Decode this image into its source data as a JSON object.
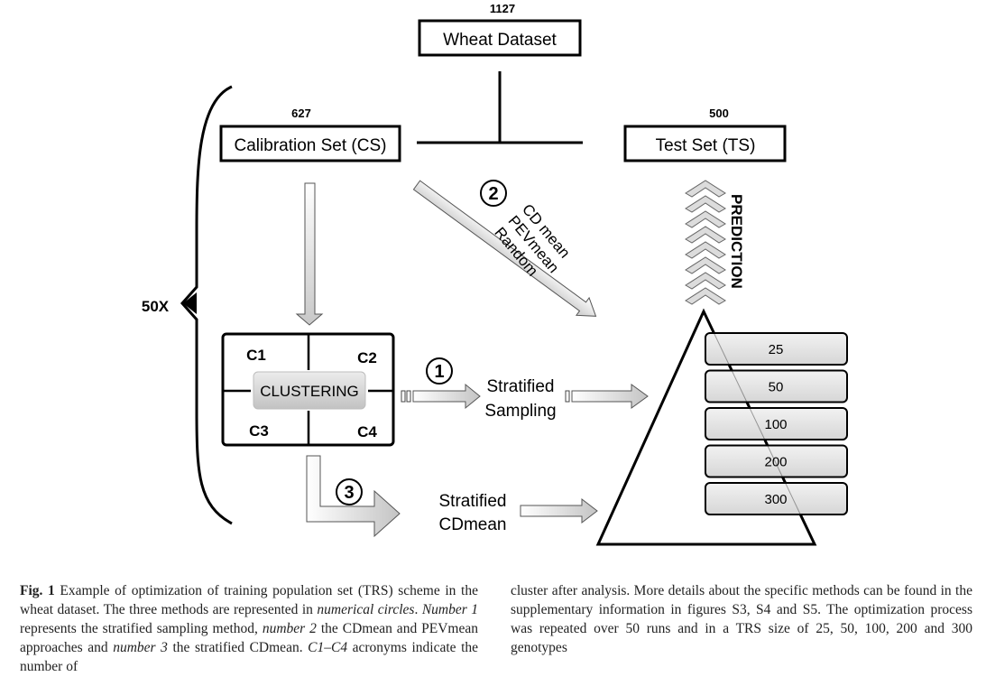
{
  "wheat_dataset": {
    "count": "1127",
    "label": "Wheat Dataset"
  },
  "calibration_set": {
    "count": "627",
    "label": "Calibration Set (CS)"
  },
  "test_set": {
    "count": "500",
    "label": "Test Set (TS)"
  },
  "repeat_label": "50X",
  "method_numbers": [
    "1",
    "2",
    "3"
  ],
  "method2_lines": [
    "CD mean",
    "PEVmean",
    "Random"
  ],
  "method1_lines": [
    "Stratified",
    "Sampling"
  ],
  "method3_lines": [
    "Stratified",
    "CDmean"
  ],
  "prediction_label": "PREDICTION",
  "clustering": {
    "center": "CLUSTERING",
    "quadrants": [
      "C1",
      "C2",
      "C3",
      "C4"
    ]
  },
  "trs_sizes": [
    "25",
    "50",
    "100",
    "200",
    "300"
  ],
  "caption": {
    "fig_label": "Fig. 1",
    "left_parts": [
      " Example of optimization of training population set (TRS) scheme in the wheat dataset. The three methods are represented in ",
      "numerical circles",
      ". ",
      "Number 1",
      " represents the stratified sampling method, ",
      "number 2",
      " the CDmean and PEVmean approaches and ",
      "number 3",
      " the stratified CDmean. ",
      "C1–C4",
      " acronyms indicate the number of"
    ],
    "right": "cluster after analysis. More details about the specific methods can be found in the supplementary information in figures S3, S4 and S5. The optimization process was repeated over 50 runs and in a TRS size of 25, 50, 100, 200 and 300 genotypes"
  }
}
